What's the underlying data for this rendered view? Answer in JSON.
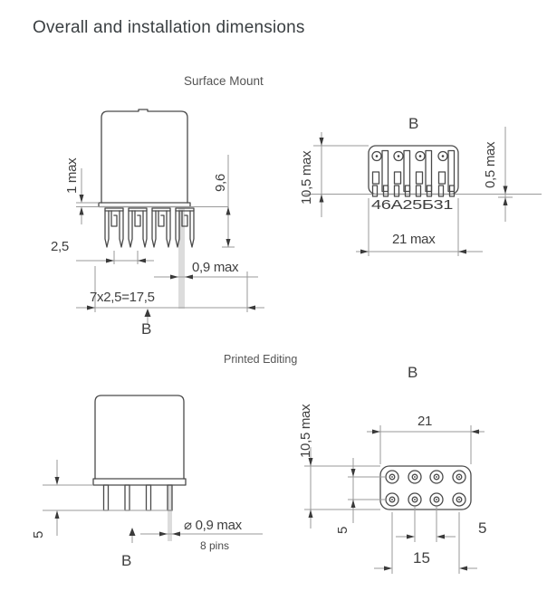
{
  "header": {
    "title": "Overall and installation dimensions"
  },
  "colors": {
    "object_line": "#4a4a4a",
    "dim_line": "#9a9a9a",
    "text": "#3f3f3f",
    "title": "#3a3f42",
    "subtitle": "#545454",
    "pin_highlight": "#dcdcdc"
  },
  "surface_mount": {
    "section_label": "Surface Mount",
    "side_view": {
      "dim_standoff": "1 max",
      "dim_height": "9,6",
      "dim_pitch": "2,5",
      "dim_pin_width": "0,9 max",
      "dim_total_pitch": "7x2,5=17,5",
      "view_marker": "B"
    },
    "bottom_view": {
      "view_label": "B",
      "dim_body_height": "10,5 max",
      "dim_protrusion": "0,5 max",
      "dim_width": "21 max",
      "pin_numbers": "46А25Б31"
    }
  },
  "printed_edition": {
    "section_label": "Printed Editing",
    "side_view": {
      "dim_pin_length": "5",
      "dim_pin_diameter": "⌀ 0,9 max",
      "pin_count_note": "8 pins",
      "view_marker": "B"
    },
    "bottom_view": {
      "view_label": "B",
      "dim_width": "21",
      "dim_body_height": "10,5 max",
      "dim_row_pitch": "5",
      "dim_contact_pitch": "5",
      "dim_span": "15"
    }
  }
}
